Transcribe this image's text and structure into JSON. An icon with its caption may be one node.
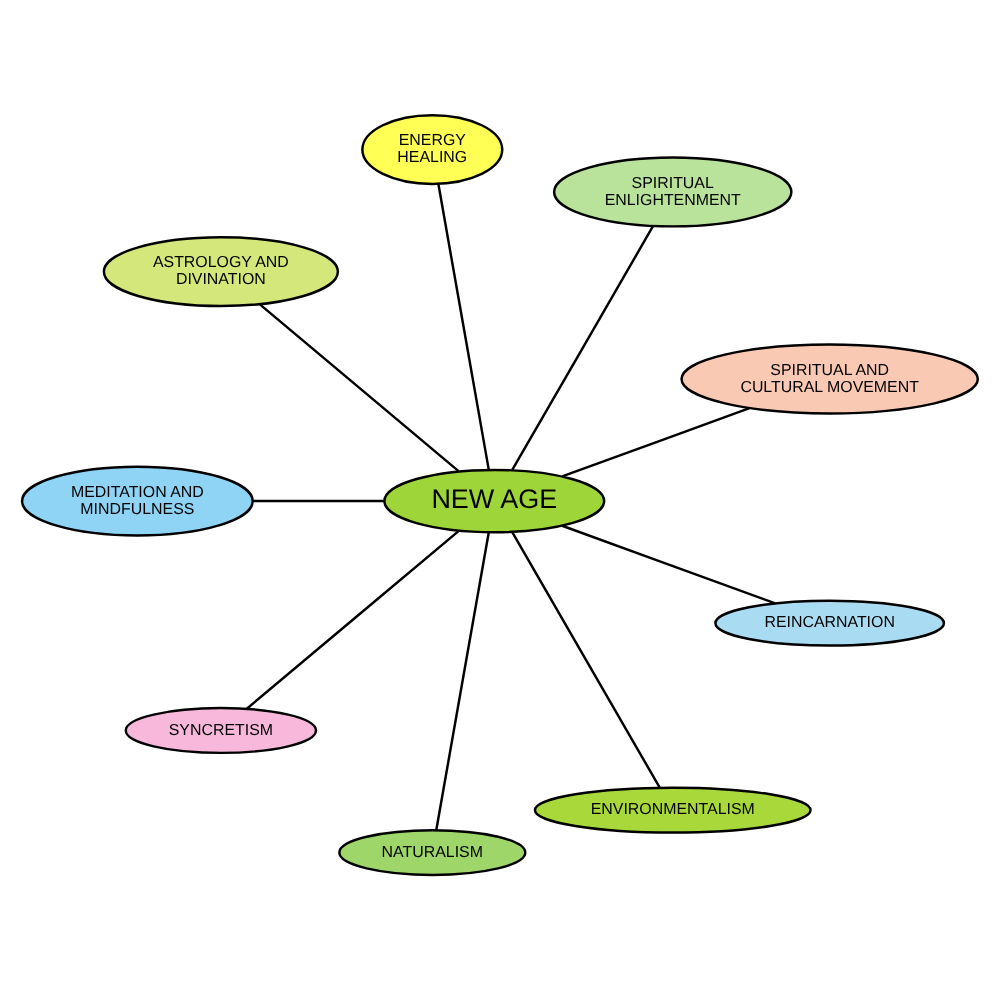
{
  "diagram": {
    "nodes": [
      {
        "text": [
          "SPIRITUAL AND CULTURAL MOVEMENT"
        ]
      },
      {
        "text": [
          "SPIRITUAL ENLIGHTENMENT"
        ]
      },
      {
        "text": [
          "ENERGY HEALING"
        ]
      },
      {
        "text": [
          "ASTROLOGY AND DIVINATION"
        ]
      },
      {
        "text": [
          "NEW AGE"
        ]
      },
      {
        "text": [
          "MEDITATION AND MINDFULNESS"
        ]
      },
      {
        "text": [
          "SYNCRETISM"
        ]
      },
      {
        "text": [
          "NATURALISM"
        ]
      },
      {
        "text": [
          "ENVIRONMENTALISM"
        ]
      },
      {
        "text": [
          "REINCARNATION"
        ]
      }
    ],
    "edges": [
      {
        "from": 4,
        "to": 0,
        "arrow": "none"
      },
      {
        "from": 4,
        "to": 1,
        "arrow": "none"
      },
      {
        "from": 4,
        "to": 2,
        "arrow": "none"
      },
      {
        "from": 4,
        "to": 3,
        "arrow": "none"
      },
      {
        "from": 4,
        "to": 5,
        "arrow": "none"
      },
      {
        "from": 4,
        "to": 6,
        "arrow": "none"
      },
      {
        "from": 4,
        "to": 7,
        "arrow": "none"
      },
      {
        "from": 4,
        "to": 8,
        "arrow": "none"
      },
      {
        "from": 4,
        "to": 9,
        "arrow": "none"
      }
    ]
  }
}
